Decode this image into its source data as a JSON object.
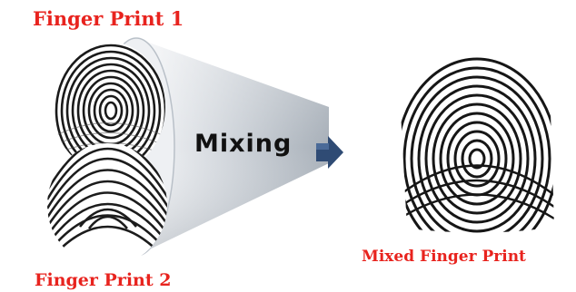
{
  "labels": {
    "finger_print_1": "Finger Print 1",
    "finger_print_2": "Finger Print 2",
    "process": "Mixing",
    "result": "Mixed Finger Print"
  },
  "colors": {
    "label": "#e8231e",
    "cone_light": "#f4f5f7",
    "cone_dark": "#9aa3ad",
    "arrow": "#2f4b74",
    "ink": "#111111"
  },
  "icons": {
    "arrow": "right-arrow-icon"
  }
}
